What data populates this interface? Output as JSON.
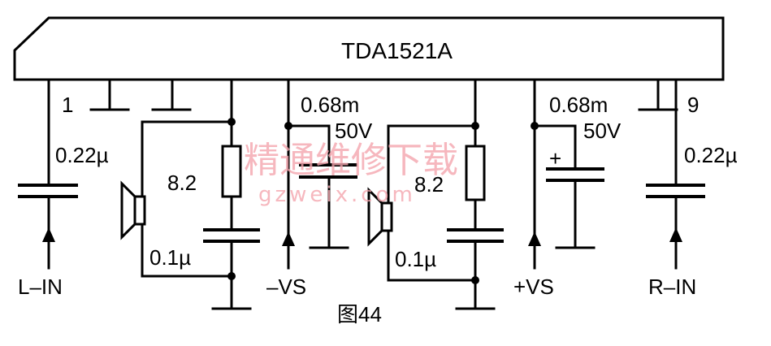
{
  "chip": {
    "name": "TDA1521A"
  },
  "pins": {
    "left": "1",
    "right": "9"
  },
  "labels": {
    "cap_in_left": "0.22µ",
    "cap_in_right": "0.22µ",
    "res_left": "8.2",
    "res_right": "8.2",
    "cap_zobel_left": "0.1µ",
    "cap_zobel_right": "0.1µ",
    "cap_supply_left_value": "0.68m",
    "cap_supply_left_voltage": "50V",
    "cap_supply_right_value": "0.68m",
    "cap_supply_right_voltage": "50V",
    "polarity_plus": "+",
    "input_left": "L–IN",
    "input_right": "R–IN",
    "supply_neg": "–VS",
    "supply_pos": "+VS",
    "caption": "图44"
  },
  "watermark": {
    "cn": "精通维修下载",
    "url": "gzweix.com"
  }
}
